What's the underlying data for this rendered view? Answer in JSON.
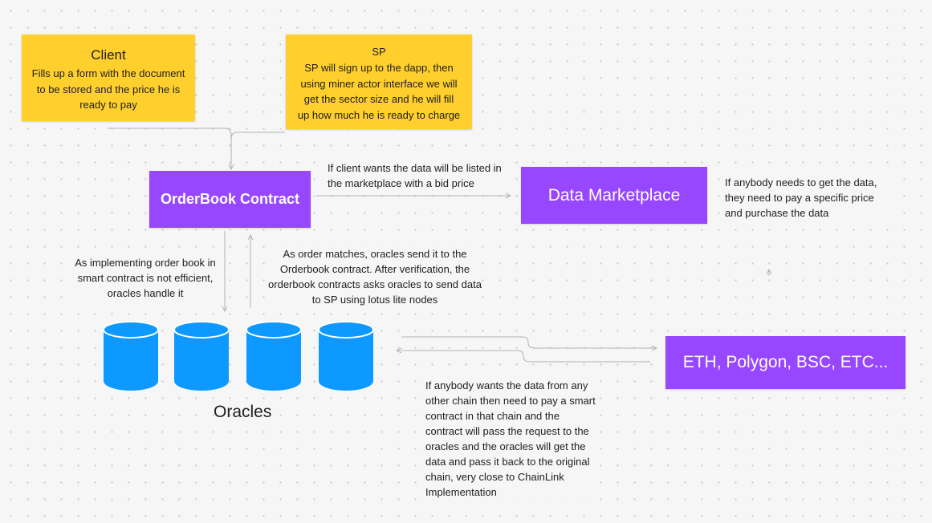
{
  "client_sticky": {
    "title": "Client",
    "body": "Fills up a form with the document to be stored and the price he is ready to pay"
  },
  "sp_sticky": {
    "title": "SP",
    "body": "SP will sign up to the dapp, then using miner actor interface we will get the sector size and he will fill up how much he is ready to charge"
  },
  "orderbook_box": {
    "label": "OrderBook Contract"
  },
  "marketplace_box": {
    "label": "Data Marketplace"
  },
  "chains_box": {
    "label": "ETH, Polygon, BSC, ETC..."
  },
  "notes": {
    "listing": "If client wants the data will be listed in the marketplace with a bid price",
    "purchase": "If anybody needs to get the data, they need to pay a specific price and purchase the data",
    "oracles_handle": "As implementing order book in smart contract is not efficient, oracles handle it",
    "order_match": "As order matches, oracles send it to the Orderbook contract. After verification, the orderbook contracts asks oracles to send data to SP using lotus lite nodes",
    "cross_chain": "If anybody wants the data from any other chain then need to pay a smart contract in that chain and the contract will pass the request to the oracles and the oracles will get the data and pass it back to the original chain, very close to ChainLink Implementation"
  },
  "oracles": {
    "label": "Oracles",
    "count": 4
  },
  "colors": {
    "sticky": "#ffcf2e",
    "box": "#9747ff",
    "cylinder": "#0d99ff",
    "arrow": "#b3b3b3"
  },
  "icons": [
    "oracle-database-icon"
  ]
}
